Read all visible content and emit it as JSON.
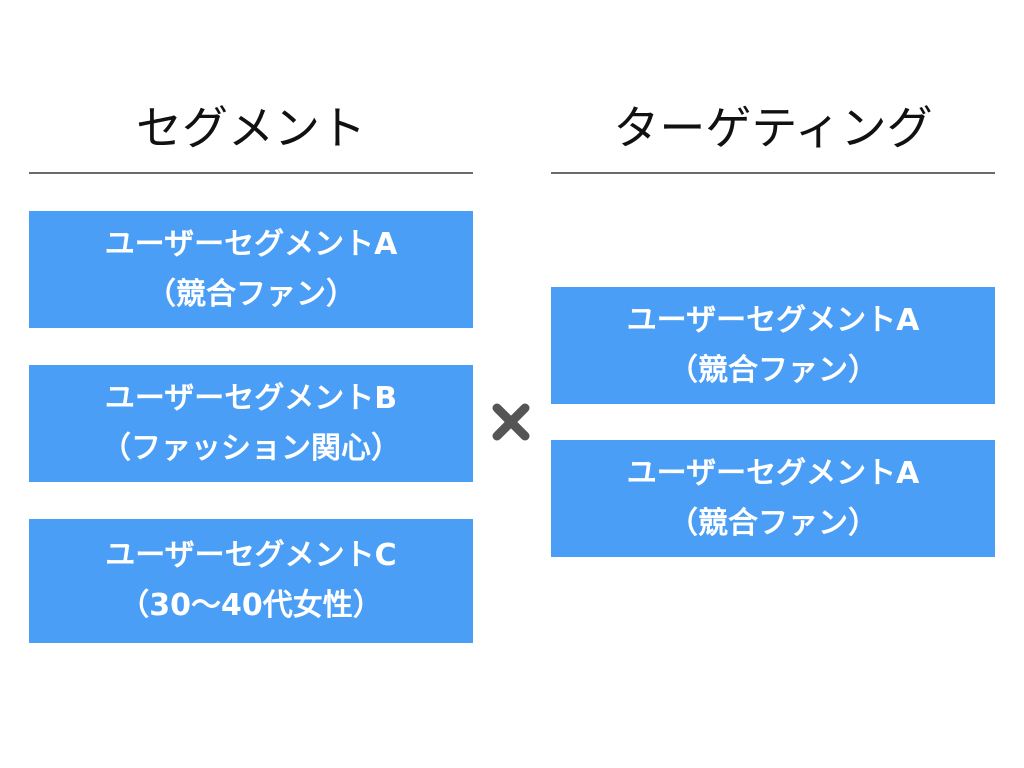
{
  "segment": {
    "heading": "セグメント",
    "boxes": [
      {
        "line1": "ユーザーセグメントA",
        "line2": "（競合ファン）"
      },
      {
        "line1": "ユーザーセグメントB",
        "line2": "（ファッション関心）"
      },
      {
        "line1": "ユーザーセグメントC",
        "line2": "（30〜40代女性）"
      }
    ]
  },
  "targeting": {
    "heading": "ターゲティング",
    "boxes": [
      {
        "line1": "ユーザーセグメントA",
        "line2": "（競合ファン）"
      },
      {
        "line1": "ユーザーセグメントA",
        "line2": "（競合ファン）"
      }
    ]
  },
  "operator_icon": "multiply-icon",
  "colors": {
    "box_fill": "#4a9ef5",
    "box_text": "#ffffff",
    "heading_text": "#111111",
    "rule": "#6b6b6b",
    "operator": "#555555"
  }
}
